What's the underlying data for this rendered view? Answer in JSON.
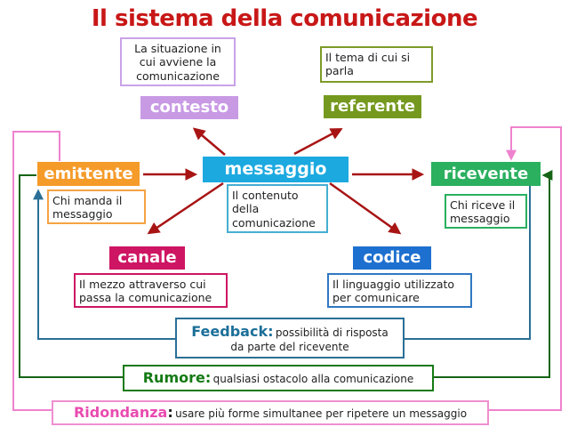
{
  "title": "Il sistema della comunicazione",
  "nodes": {
    "contesto": {
      "label": "contesto",
      "desc": "La situazione in cui avviene la comunicazione",
      "color": "#c89ae4"
    },
    "referente": {
      "label": "referente",
      "desc": "Il tema di cui si parla",
      "color": "#75991f"
    },
    "emittente": {
      "label": "emittente",
      "desc": "Chi manda il messaggio",
      "color": "#f59b2a"
    },
    "messaggio": {
      "label": "messaggio",
      "desc": "Il contenuto della comunicazione",
      "color": "#1ca9e0"
    },
    "ricevente": {
      "label": "ricevente",
      "desc": "Chi riceve il messaggio",
      "color": "#2ab05f"
    },
    "canale": {
      "label": "canale",
      "desc": "Il mezzo attraverso cui passa la comunicazione",
      "color": "#ce1563"
    },
    "codice": {
      "label": "codice",
      "desc": "Il linguaggio utilizzato per comunicare",
      "color": "#1e70d0"
    }
  },
  "notes": {
    "feedback": {
      "term": "Feedback:",
      "line1": "possibilità di risposta",
      "line2": "da parte del ricevente",
      "color": "#1c6f99"
    },
    "rumore": {
      "term": "Rumore:",
      "text": "qualsiasi ostacolo alla comunicazione",
      "color": "#157a15"
    },
    "ridondanza": {
      "term": "Ridondanza",
      "colon": ":",
      "text": "usare più forme simultanee per ripetere un messaggio",
      "color": "#e94bb0"
    }
  },
  "colors": {
    "title_red": "#c81717",
    "arrow_red": "#a81414",
    "feedback_line": "#2a6f96",
    "rumore_line": "#156415",
    "ridondanza_line": "#ef82cf"
  },
  "edges": [
    {
      "from": "messaggio",
      "to": "contesto",
      "style": "dark-red-arrow"
    },
    {
      "from": "messaggio",
      "to": "referente",
      "style": "dark-red-arrow"
    },
    {
      "from": "emittente",
      "to": "messaggio",
      "style": "dark-red-arrow"
    },
    {
      "from": "messaggio",
      "to": "ricevente",
      "style": "dark-red-arrow"
    },
    {
      "from": "messaggio",
      "to": "canale",
      "style": "dark-red-arrow"
    },
    {
      "from": "messaggio",
      "to": "codice",
      "style": "dark-red-arrow"
    },
    {
      "from": "ricevente",
      "to": "emittente",
      "via": "feedback",
      "style": "steel-blue-loop"
    },
    {
      "from": "rumore",
      "to": "emittente",
      "style": "dark-green-loop"
    },
    {
      "from": "rumore",
      "to": "ricevente",
      "style": "dark-green-loop"
    },
    {
      "from": "ridondanza",
      "to": "emittente",
      "style": "pink-loop"
    },
    {
      "from": "ridondanza",
      "to": "ricevente",
      "style": "pink-loop"
    }
  ]
}
